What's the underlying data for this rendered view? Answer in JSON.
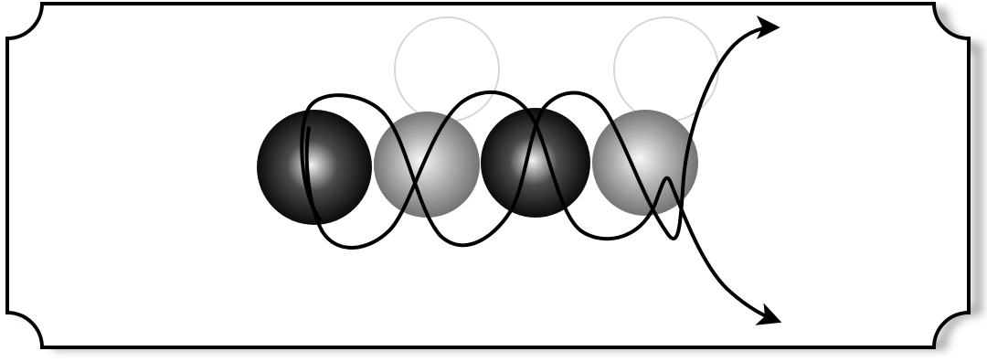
{
  "diagram": {
    "frame": {
      "style": "ticket-with-concave-corners"
    },
    "colors": {
      "background": "#ffffff",
      "frame_stroke": "#000000",
      "frame_shadow": "#9a9a9a",
      "curve": "#000000",
      "ghost_ring": "#d6d6d6"
    },
    "spheres": [
      {
        "shade": "dark",
        "highlight": "#f4f4f4",
        "mid": "#4a4a4a",
        "edge": "#000000"
      },
      {
        "shade": "light",
        "highlight": "#f7f7f7",
        "mid": "#b2b2b2",
        "edge": "#686868"
      },
      {
        "shade": "dark",
        "highlight": "#f4f4f4",
        "mid": "#4a4a4a",
        "edge": "#000000"
      },
      {
        "shade": "light",
        "highlight": "#f7f7f7",
        "mid": "#b2b2b2",
        "edge": "#686868"
      }
    ],
    "ghost_circles": 2,
    "arrows": [
      {
        "direction": "up-right",
        "icon": "arrowhead-icon"
      },
      {
        "direction": "down-right",
        "icon": "arrowhead-icon"
      }
    ]
  }
}
